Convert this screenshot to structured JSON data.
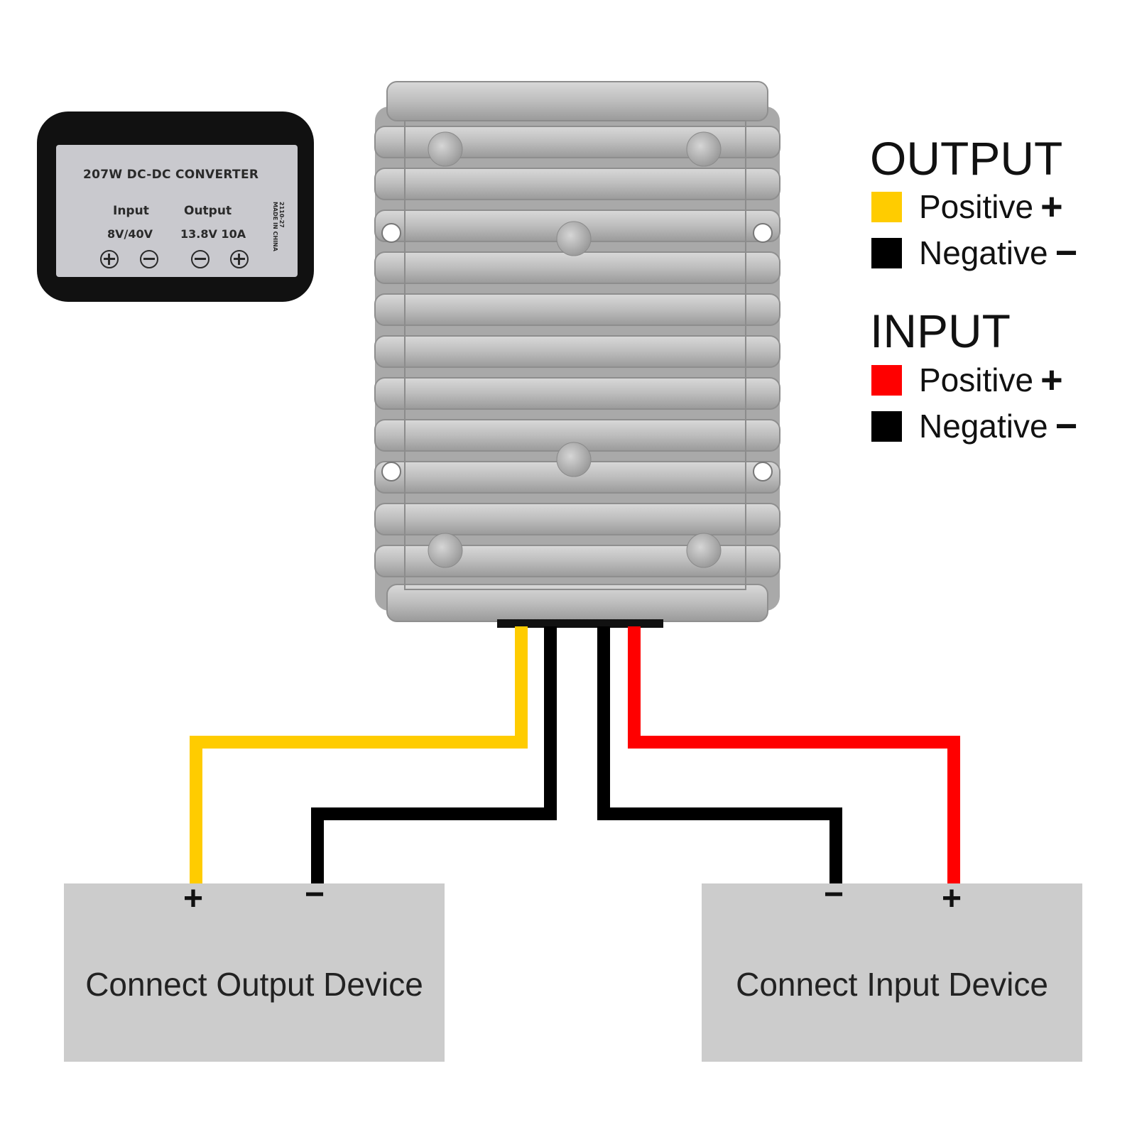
{
  "label": {
    "title": "207W DC-DC CONVERTER",
    "input_heading": "Input",
    "output_heading": "Output",
    "input_value": "8V/40V",
    "output_value": "13.8V 10A",
    "serial": "2110-27",
    "origin": "MADE IN CHINA"
  },
  "legend": {
    "output": {
      "heading": "OUTPUT",
      "positive": {
        "label": "Positive",
        "sign": "+",
        "color": "#ffcc00"
      },
      "negative": {
        "label": "Negative",
        "sign": "−",
        "color": "#000000"
      }
    },
    "input": {
      "heading": "INPUT",
      "positive": {
        "label": "Positive",
        "sign": "+",
        "color": "#ff0000"
      },
      "negative": {
        "label": "Negative",
        "sign": "−",
        "color": "#000000"
      }
    }
  },
  "devices": {
    "output": {
      "label": "Connect Output Device",
      "plus": "+",
      "minus": "−"
    },
    "input": {
      "label": "Connect Input Device",
      "plus": "+",
      "minus": "−"
    }
  },
  "colors": {
    "output_positive_wire": "#ffcc00",
    "input_positive_wire": "#ff0000",
    "negative_wire": "#000000",
    "device_box": "#cccccc",
    "heatsink": "#b8b8b8"
  }
}
